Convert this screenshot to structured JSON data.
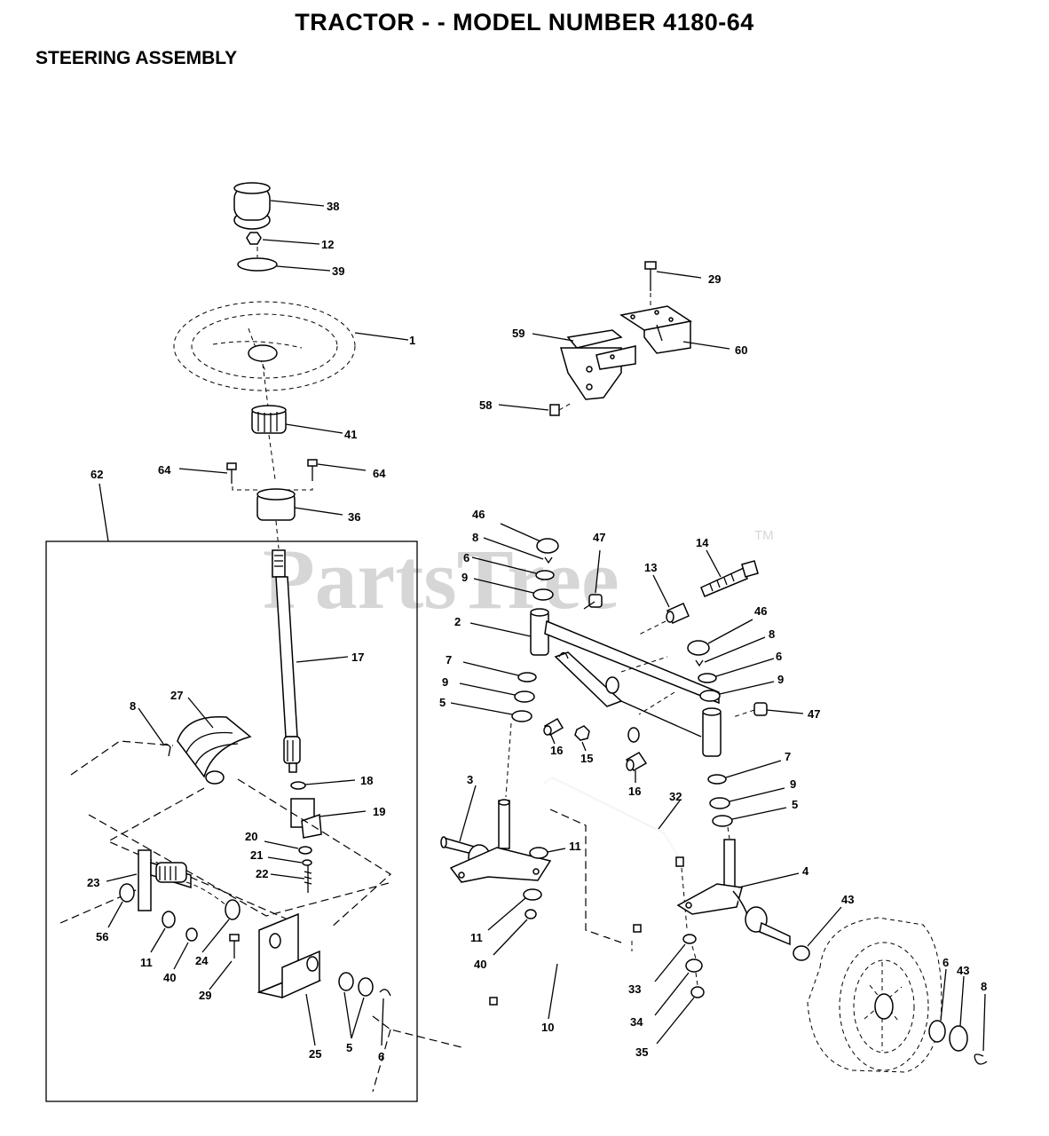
{
  "header": {
    "title": "TRACTOR - - MODEL NUMBER 4180-64",
    "subtitle": "STEERING ASSEMBLY"
  },
  "watermark": {
    "text": "PartsTree",
    "trademark": "TM"
  },
  "callouts": {
    "c38": "38",
    "c12": "12",
    "c39": "39",
    "c1": "1",
    "c41": "41",
    "c64a": "64",
    "c64b": "64",
    "c36": "36",
    "c62": "62",
    "c29a": "29",
    "c59": "59",
    "c60": "60",
    "c58": "58",
    "c46a": "46",
    "c8a": "8",
    "c6a": "6",
    "c9a": "9",
    "c47a": "47",
    "c14": "14",
    "c13": "13",
    "c46b": "46",
    "c8b": "8",
    "c6b": "6",
    "c9b": "9",
    "c2": "2",
    "c7a": "7",
    "c9c": "9",
    "c5a": "5",
    "c16a": "16",
    "c15": "15",
    "c16b": "16",
    "c47b": "47",
    "c7b": "7",
    "c9d": "9",
    "c5b": "5",
    "c17": "17",
    "c27": "27",
    "c8c": "8",
    "c18": "18",
    "c19": "19",
    "c20": "20",
    "c21": "21",
    "c22": "22",
    "c23": "23",
    "c56": "56",
    "c11a": "11",
    "c40a": "40",
    "c24": "24",
    "c29b": "29",
    "c25": "25",
    "c5c": "5",
    "c6c": "6",
    "c3": "3",
    "c32": "32",
    "c11b": "11",
    "c11c": "11",
    "c40b": "40",
    "c4": "4",
    "c43a": "43",
    "c33": "33",
    "c34": "34",
    "c35": "35",
    "c10": "10",
    "c6d": "6",
    "c43b": "43",
    "c8d": "8"
  }
}
